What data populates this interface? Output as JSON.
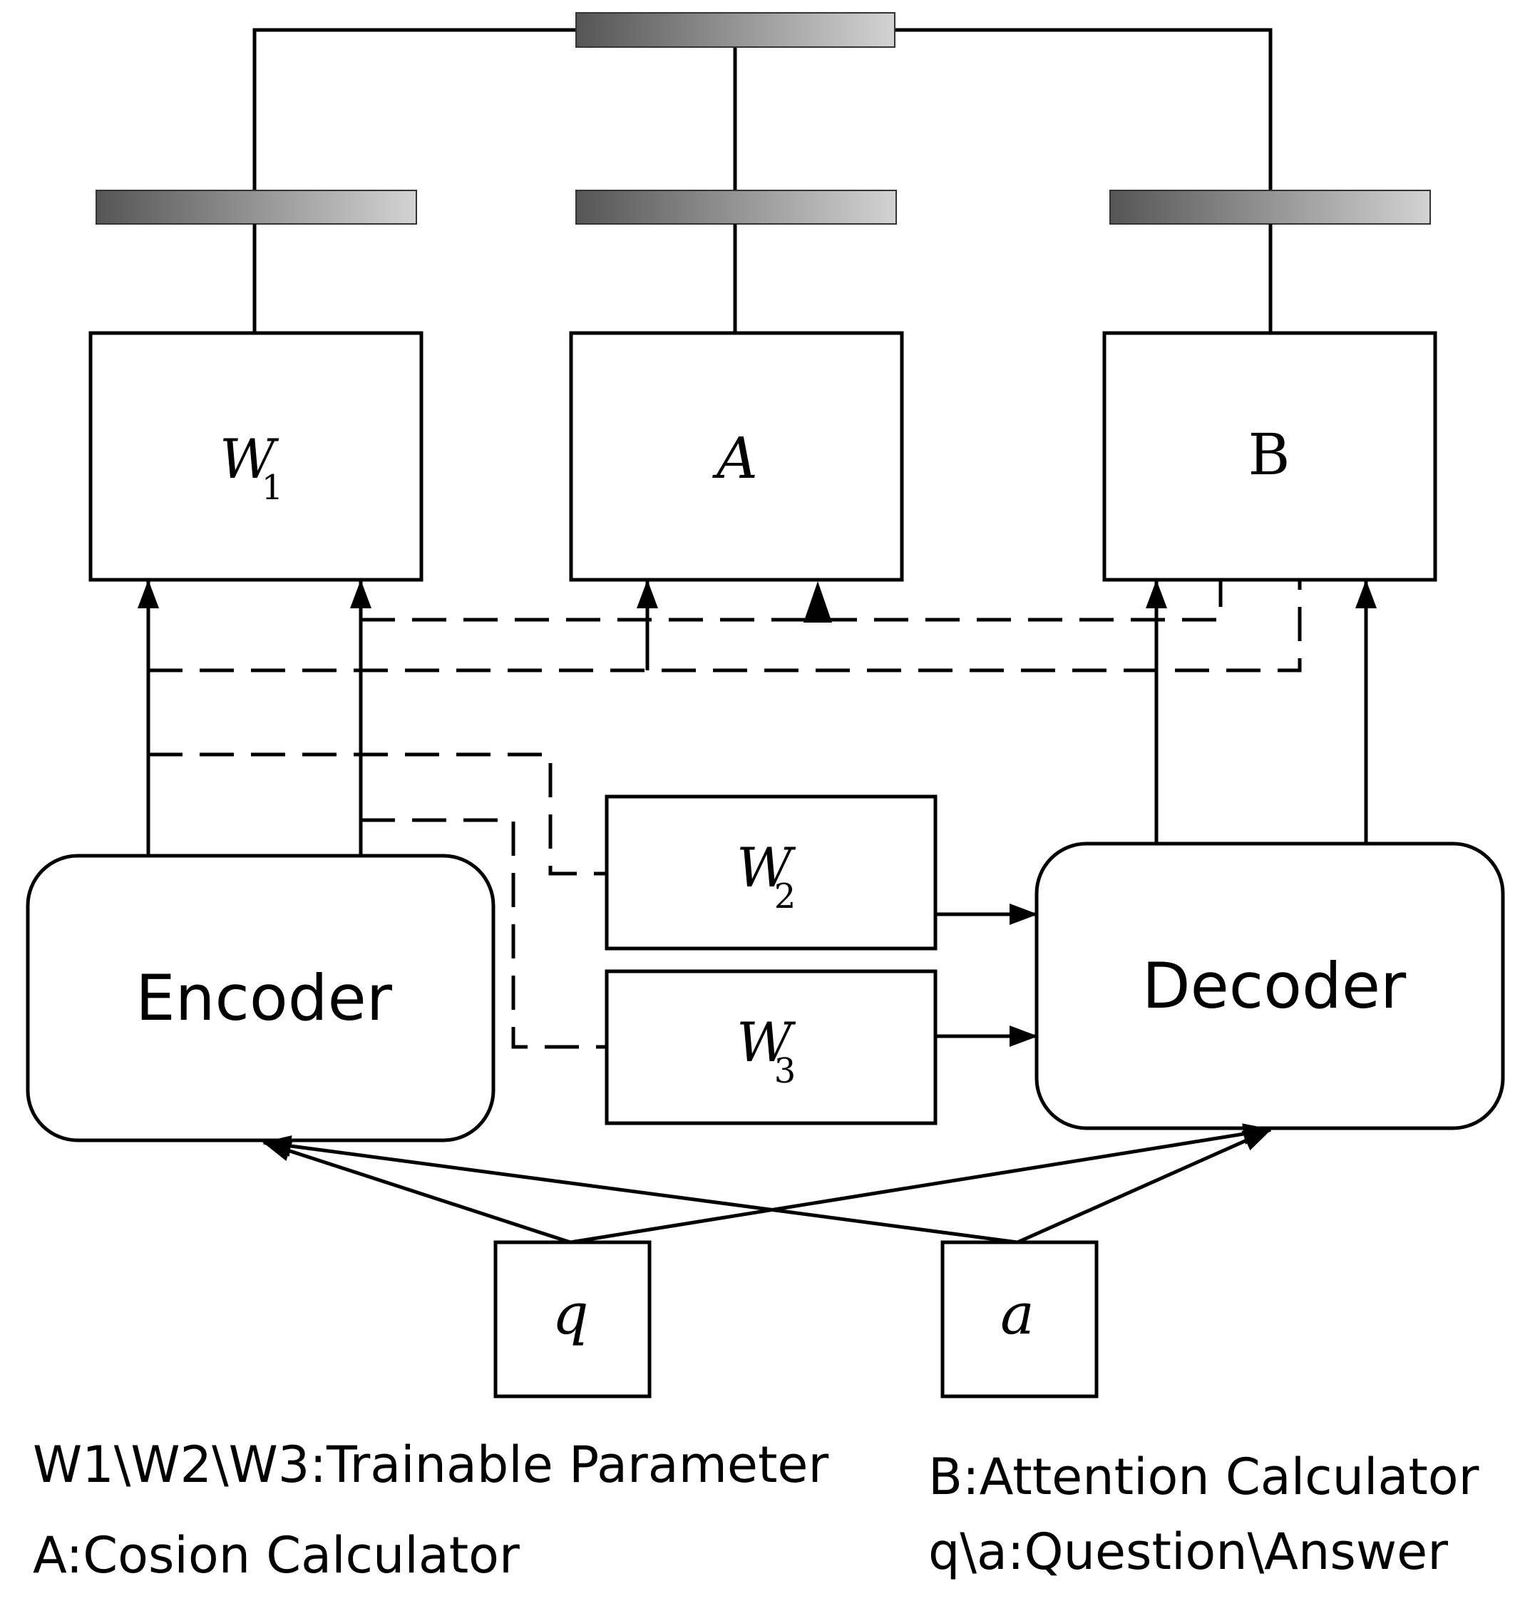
{
  "bars": {
    "fill_start": "#555555",
    "fill_end": "#d3d3d3"
  },
  "blocks": {
    "w1": {
      "symbol": "W",
      "subscript": "1"
    },
    "a": {
      "symbol": "A"
    },
    "b": {
      "symbol": "B"
    },
    "w2": {
      "symbol": "W",
      "subscript": "2"
    },
    "w3": {
      "symbol": "W",
      "subscript": "3"
    },
    "encoder": {
      "label": "Encoder"
    },
    "decoder": {
      "label": "Decoder"
    },
    "q": {
      "symbol": "q"
    },
    "a_input": {
      "symbol": "a"
    }
  },
  "legend": {
    "trainable": "W1\\W2\\W3:Trainable Parameter",
    "cosine": "A:Cosion Calculator",
    "attention": "B:Attention Calculator",
    "qa": "q\\a:Question\\Answer"
  }
}
